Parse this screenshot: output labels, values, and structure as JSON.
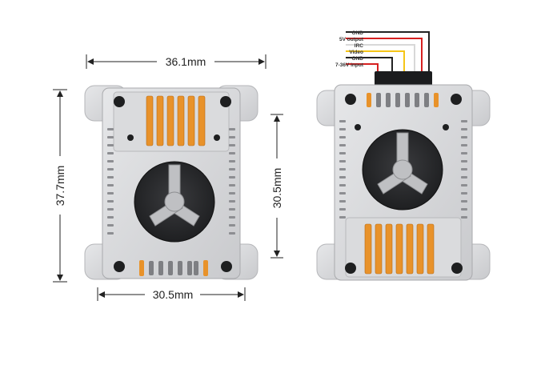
{
  "dimensions": {
    "width_top": "36.1mm",
    "height_left": "37.7mm",
    "mount_vertical": "30.5mm",
    "mount_horizontal": "30.5mm"
  },
  "wires": [
    {
      "label": "GND",
      "color": "#222222"
    },
    {
      "label": "5V output",
      "color": "#d62020"
    },
    {
      "label": "IRC",
      "color": "#e8e8e8"
    },
    {
      "label": "Video",
      "color": "#f5c518"
    },
    {
      "label": "GND",
      "color": "#222222"
    },
    {
      "label": "7-36V input",
      "color": "#d62020"
    }
  ],
  "colors": {
    "body": "#d7d8da",
    "accent": "#e8922a",
    "fan": "#2a2b2d",
    "screw": "#1e1f20"
  }
}
